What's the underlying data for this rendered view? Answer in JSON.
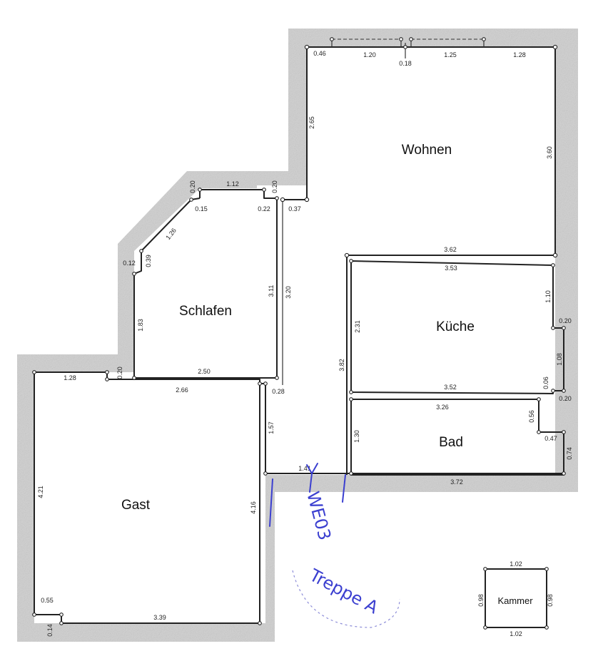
{
  "rooms": {
    "wohnen": "Wohnen",
    "schlafen": "Schlafen",
    "kueche": "Küche",
    "bad": "Bad",
    "gast": "Gast",
    "kammer": "Kammer"
  },
  "annotation": {
    "entrance": "WE03",
    "stairs": "Treppe A"
  },
  "dims": {
    "w_top_046": "0.46",
    "w_top_120": "1.20",
    "w_top_018": "0.18",
    "w_top_125": "1.25",
    "w_top_128": "1.28",
    "w_left_265": "2.65",
    "w_right_360": "3.60",
    "w_bottom_362": "3.62",
    "w_inner_037": "0.37",
    "s_top_112": "1.12",
    "s_top_020a": "0.20",
    "s_top_020b": "0.20",
    "s_015": "0.15",
    "s_022": "0.22",
    "s_diag_126": "1.26",
    "s_012": "0.12",
    "s_039": "0.39",
    "s_left_183": "1.83",
    "s_right_311": "3.11",
    "s_outer_320": "3.20",
    "s_bottom_250": "2.50",
    "k_top_353": "3.53",
    "k_left_231": "2.31",
    "k_right_110": "1.10",
    "k_020a": "0.20",
    "k_108": "1.08",
    "k_006": "0.06",
    "k_020b": "0.20",
    "k_bottom_352": "3.52",
    "h_382": "3.82",
    "b_top_326": "3.26",
    "b_056": "0.56",
    "b_047": "0.47",
    "b_074": "0.74",
    "b_left_130": "1.30",
    "b_bottom_372": "3.72",
    "f_141": "1.41",
    "f_157": "1.57",
    "f_028": "0.28",
    "g_top_128": "1.28",
    "g_020": "0.20",
    "g_266": "2.66",
    "g_left_421": "4.21",
    "g_right_416": "4.16",
    "g_055": "0.55",
    "g_014": "0.14",
    "g_bottom_339": "3.39",
    "km_top": "1.02",
    "km_bottom": "1.02",
    "km_left": "0.98",
    "km_right": "0.98"
  }
}
